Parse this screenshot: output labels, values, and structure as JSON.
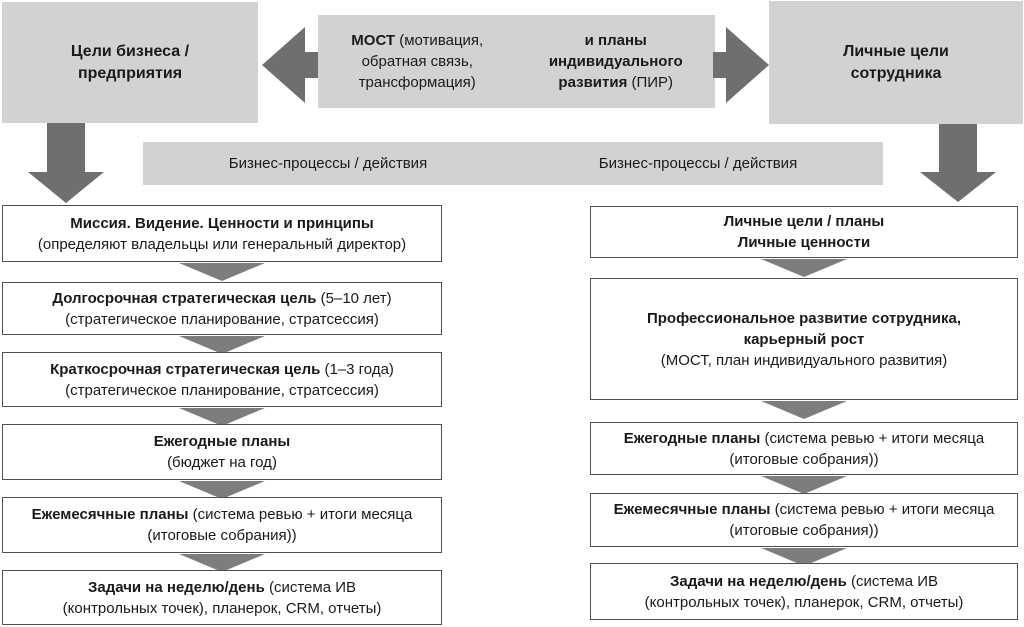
{
  "colors": {
    "box_gray": "#d2d2d2",
    "block_arrow_gray": "#6f6f6f",
    "chevron_gray": "#7d7d7d",
    "box_border": "#4f4f4f",
    "text": "#1a1a1a"
  },
  "top": {
    "left_box": {
      "lines": [
        "Цели бизнеса /",
        "предприятия"
      ]
    },
    "bridge_box": {
      "left": {
        "lines": [
          {
            "b": "МОСТ",
            "r": " (мотивация,"
          },
          {
            "b": "",
            "r": "обратная связь,"
          },
          {
            "b": "",
            "r": "трансформация)"
          }
        ]
      },
      "right": {
        "lines": [
          {
            "b": "и планы",
            "r": ""
          },
          {
            "b": "индивидуального",
            "r": ""
          },
          {
            "b": "развития",
            "r": " (ПИР)"
          }
        ]
      }
    },
    "right_box": {
      "lines": [
        "Личные цели",
        "сотрудника"
      ]
    }
  },
  "process_bar": {
    "left_label": "Бизнес-процессы / действия",
    "right_label": "Бизнес-процессы / действия"
  },
  "left_column": {
    "boxes": [
      {
        "lines": [
          {
            "b": "Миссия. Видение. Ценности и принципы",
            "r": ""
          },
          {
            "b": "",
            "r": "(определяют владельцы или генеральный директор)"
          }
        ]
      },
      {
        "lines": [
          {
            "b": "Долгосрочная стратегическая цель",
            "r": " (5–10 лет)"
          },
          {
            "b": "",
            "r": "(стратегическое планирование, стратсессия)"
          }
        ]
      },
      {
        "lines": [
          {
            "b": "Краткосрочная стратегическая цель",
            "r": " (1–3 года)"
          },
          {
            "b": "",
            "r": "(стратегическое планирование, стратсессия)"
          }
        ]
      },
      {
        "lines": [
          {
            "b": "Ежегодные планы",
            "r": ""
          },
          {
            "b": "",
            "r": "(бюджет на год)"
          }
        ]
      },
      {
        "lines": [
          {
            "b": "Ежемесячные планы",
            "r": " (система ревью + итоги месяца"
          },
          {
            "b": "",
            "r": "(итоговые собрания))"
          }
        ]
      },
      {
        "lines": [
          {
            "b": "Задачи на неделю/день",
            "r": " (система ИВ"
          },
          {
            "b": "",
            "r": "(контрольных точек), планерок, CRM, отчеты)"
          }
        ]
      }
    ]
  },
  "right_column": {
    "boxes": [
      {
        "lines": [
          {
            "b": "Личные цели / планы",
            "r": ""
          },
          {
            "b": "Личные ценности",
            "r": ""
          }
        ]
      },
      {
        "lines": [
          {
            "b": "Профессиональное развитие сотрудника,",
            "r": ""
          },
          {
            "b": "карьерный рост",
            "r": ""
          },
          {
            "b": "",
            "r": "(МОСТ, план индивидуального развития)"
          }
        ]
      },
      {
        "lines": [
          {
            "b": "Ежегодные планы",
            "r": " (система ревью + итоги месяца"
          },
          {
            "b": "",
            "r": "(итоговые собрания))"
          }
        ]
      },
      {
        "lines": [
          {
            "b": "Ежемесячные планы",
            "r": " (система ревью + итоги месяца"
          },
          {
            "b": "",
            "r": "(итоговые собрания))"
          }
        ]
      },
      {
        "lines": [
          {
            "b": "Задачи на неделю/день",
            "r": " (система ИВ"
          },
          {
            "b": "",
            "r": "(контрольных точек), планерок, CRM, отчеты)"
          }
        ]
      }
    ]
  }
}
